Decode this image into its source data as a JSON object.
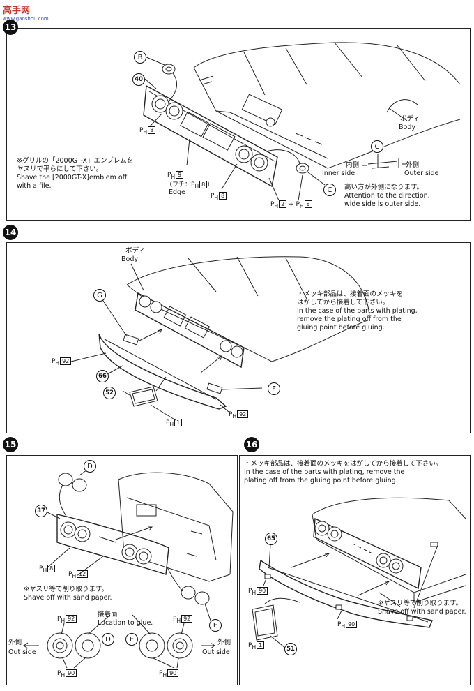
{
  "watermark": {
    "title": "高手网",
    "url": "www.gaoshou.com"
  },
  "steps": {
    "s13": {
      "number": "13",
      "labels": {
        "b": "B",
        "c1": "C",
        "c2": "C",
        "part": "40",
        "body_jp": "ボディ",
        "body_en": "Body",
        "inner_jp": "内側",
        "inner_en": "Inner side",
        "outer_jp": "外側",
        "outer_en": "Outer side",
        "ph8a": "8",
        "ph9": "9",
        "fuchi": "（フチ：",
        "fuchi_box": "8",
        "fuchi_end": "）",
        "edge": "Edge",
        "ph8b": "8",
        "ph2": "2",
        "plus": "+",
        "ph8c": "8"
      },
      "note_left": [
        "※グリルの「2000GT-X」エンブレムを",
        "ヤスリで平らにして下さい。",
        "Shave the  [2000GT-X]emblem off",
        "with a file."
      ],
      "note_right": [
        "高い方が外側になります。",
        "Attention to the direction.",
        "wide side is outer side."
      ]
    },
    "s14": {
      "number": "14",
      "labels": {
        "body_jp": "ボディ",
        "body_en": "Body",
        "g": "G",
        "f": "F",
        "part66": "66",
        "part52": "52",
        "ph92a": "92",
        "ph92b": "92",
        "ph1": "1"
      },
      "note": [
        "・メッキ部品は、接着面のメッキを",
        "はがしてから接着して下さい。",
        "In the case of the parts with plating,",
        "remove the plating off from the",
        "gluing point before gluing."
      ]
    },
    "s15": {
      "number": "15",
      "labels": {
        "d1": "D",
        "e1": "E",
        "d2": "D",
        "e2": "E",
        "part37": "37",
        "ph8": "8",
        "ph12": "12",
        "ph92a": "92",
        "ph92b": "92",
        "ph90a": "90",
        "ph90b": "90",
        "glue_jp": "接着面",
        "glue_en": "Location to glue.",
        "out_l_jp": "外側",
        "out_l_en": "Out side",
        "out_r_jp": "外側",
        "out_r_en": "Out side"
      },
      "note": [
        "※ヤスリ等で削り取ります。",
        "Shave off with sand paper."
      ]
    },
    "s16": {
      "number": "16",
      "labels": {
        "part65": "65",
        "part51": "51",
        "ph90a": "90",
        "ph90b": "90",
        "ph1": "1"
      },
      "note_top": [
        "・メッキ部品は、接着面のメッキをはがしてから接着して下さい。",
        "In the case of the parts with plating,   remove the",
        "plating off from the gluing point before gluing."
      ],
      "note_side": [
        "※ヤスリ等で削り取ります。",
        "Shave off with sand paper."
      ]
    }
  },
  "ph_prefix": "P",
  "ph_sub": "H"
}
